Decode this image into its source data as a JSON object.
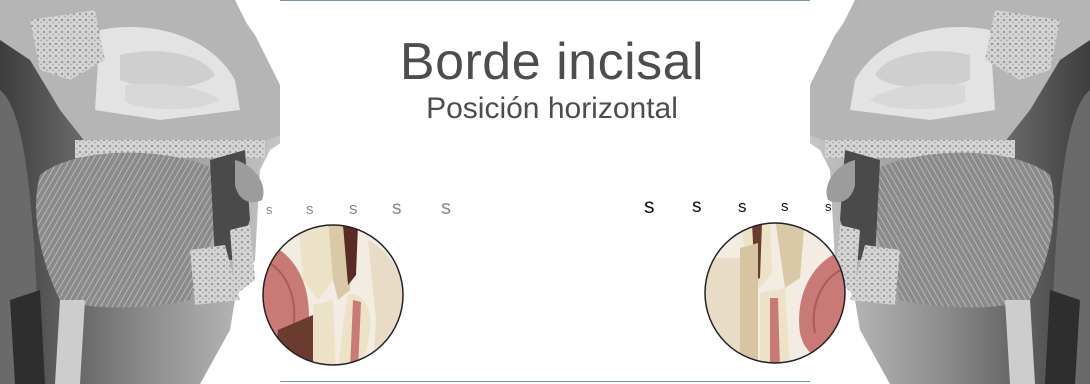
{
  "title": "Borde incisal",
  "subtitle": "Posición horizontal",
  "left_sounds": [
    "s",
    "s",
    "s",
    "s",
    "s"
  ],
  "right_sounds": [
    "s",
    "s",
    "s",
    "s",
    "s"
  ],
  "colors": {
    "frame": "#6f98a3",
    "title_text": "#4d4d4d",
    "left_sound_text": "#8a8a8a",
    "right_sound_text": "#111111",
    "muscle_pink": "#c97a76",
    "tooth_cream": "#ece2c8"
  }
}
